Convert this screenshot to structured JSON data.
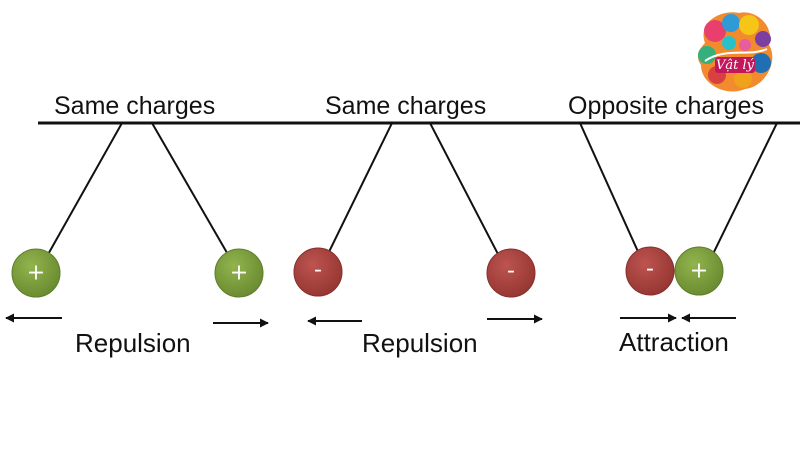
{
  "colors": {
    "positive": "#7a9b3c",
    "positive_dark": "#5e7d2b",
    "negative": "#a8413d",
    "negative_dark": "#86302c",
    "line": "#111111"
  },
  "logo": {
    "text": "Vật lý"
  },
  "panels": [
    {
      "title": "Same charges",
      "force": "Repulsion",
      "left_charge": {
        "sign": "+",
        "type": "positive"
      },
      "right_charge": {
        "sign": "+",
        "type": "positive"
      }
    },
    {
      "title": "Same charges",
      "force": "Repulsion",
      "left_charge": {
        "sign": "-",
        "type": "negative"
      },
      "right_charge": {
        "sign": "-",
        "type": "negative"
      }
    },
    {
      "title": "Opposite charges",
      "force": "Attraction",
      "left_charge": {
        "sign": "-",
        "type": "negative"
      },
      "right_charge": {
        "sign": "+",
        "type": "positive"
      }
    }
  ]
}
